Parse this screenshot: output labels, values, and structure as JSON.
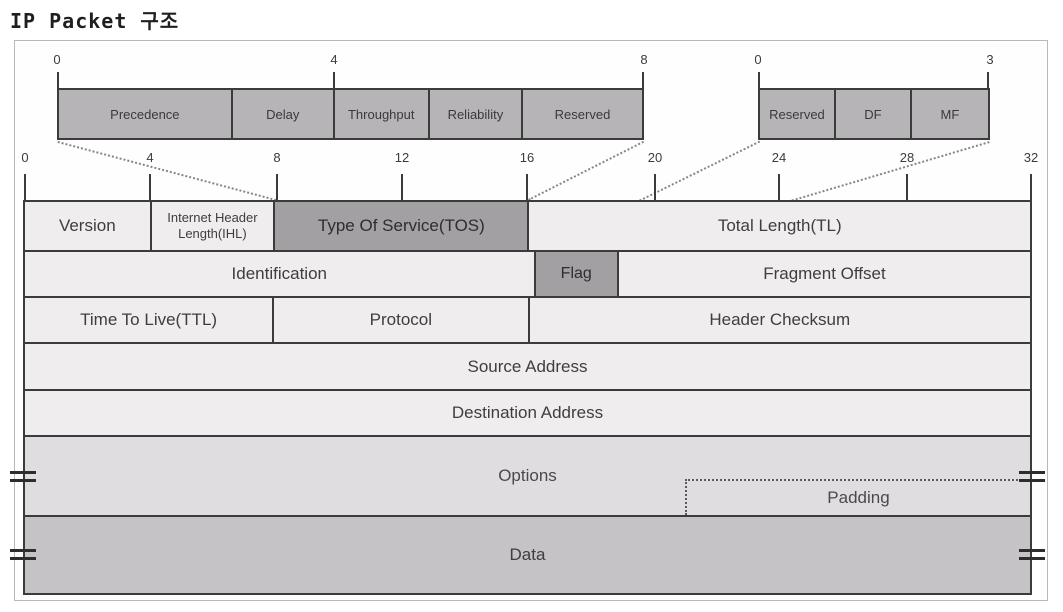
{
  "title": "IP Packet 구조",
  "colors": {
    "cell_light": "#efedee",
    "cell_detail": "#b6b4b6",
    "cell_highlight": "#a2a0a2",
    "options_bg": "#e0dde0",
    "data_bg": "#c5c3c5",
    "border_dark": "#3b3b3b",
    "frame_border": "#b9b9b9"
  },
  "tos_detail": {
    "tick_labels": [
      "0",
      "4",
      "8"
    ],
    "cells": [
      {
        "label": "Precedence"
      },
      {
        "label": "Delay"
      },
      {
        "label": "Throughput"
      },
      {
        "label": "Reliability"
      },
      {
        "label": "Reserved"
      }
    ]
  },
  "flag_detail": {
    "tick_labels": [
      "0",
      "3"
    ],
    "cells": [
      {
        "label": "Reserved"
      },
      {
        "label": "DF"
      },
      {
        "label": "MF"
      }
    ]
  },
  "bit_ruler": {
    "tick_labels": [
      "0",
      "4",
      "8",
      "12",
      "16",
      "20",
      "24",
      "28",
      "32"
    ]
  },
  "packet_rows": {
    "row1": {
      "version": "Version",
      "ihl": "Internet Header Length(IHL)",
      "tos": "Type Of Service(TOS)",
      "total_length": "Total Length(TL)"
    },
    "row2": {
      "identification": "Identification",
      "flag": "Flag",
      "fragment_offset": "Fragment Offset"
    },
    "row3": {
      "ttl": "Time To Live(TTL)",
      "protocol": "Protocol",
      "header_checksum": "Header Checksum"
    },
    "row4": {
      "source": "Source Address"
    },
    "row5": {
      "destination": "Destination Address"
    },
    "row6": {
      "options": "Options",
      "padding": "Padding"
    },
    "row7": {
      "data": "Data"
    }
  }
}
